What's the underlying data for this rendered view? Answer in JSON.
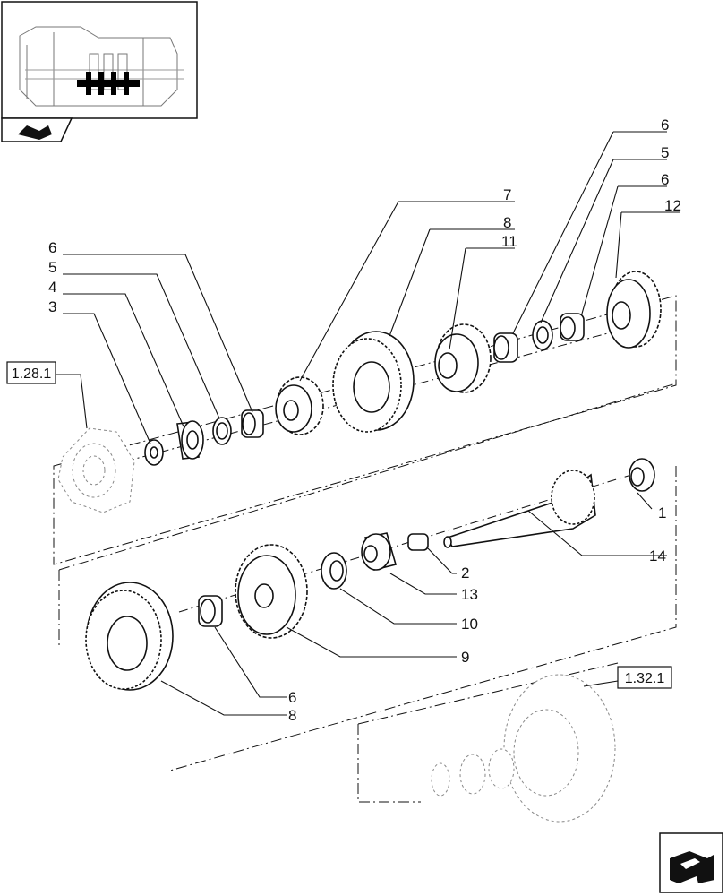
{
  "navigation": {
    "thumbnail_icon": "transmission-thumbnail",
    "previous_icon": "previous-page-icon",
    "next_icon": "next-page-arrow-icon"
  },
  "references": {
    "upper_left": "1.28.1",
    "lower_right": "1.32.1"
  },
  "callouts": [
    "6",
    "5",
    "6",
    "12",
    "7",
    "8",
    "11",
    "6",
    "5",
    "4",
    "3",
    "1",
    "14",
    "2",
    "13",
    "10",
    "9",
    "6",
    "8"
  ]
}
